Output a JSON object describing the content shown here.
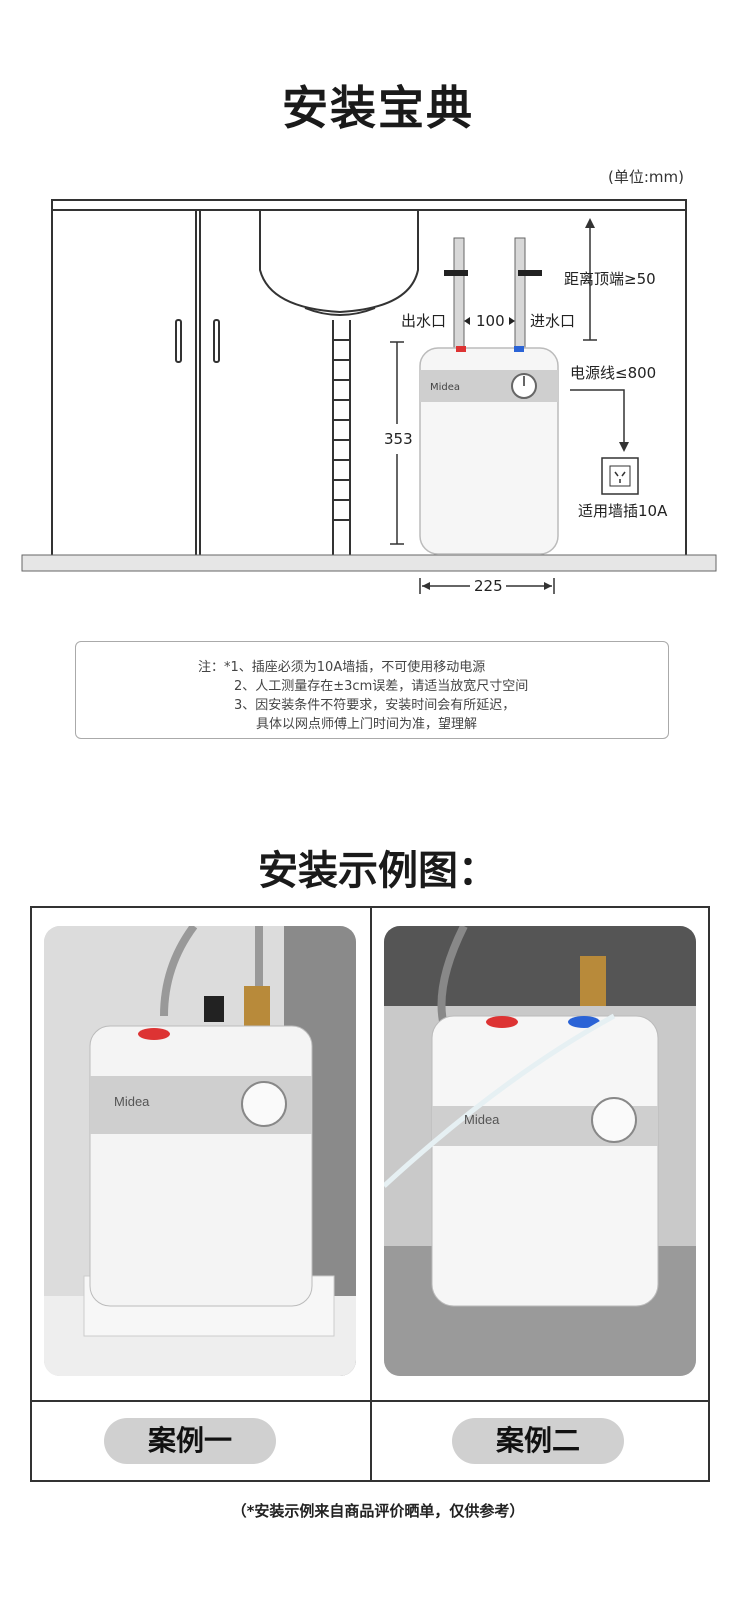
{
  "header": {
    "title": "安装宝典",
    "unit": "(单位:mm)"
  },
  "diagram": {
    "outlet_label": "出水口",
    "inlet_label": "进水口",
    "pipe_gap": "100",
    "top_distance": "距离顶端≥50",
    "power_cord": "电源线≤800",
    "height": "353",
    "width": "225",
    "socket_label": "适用墙插10A",
    "brand": "Midea"
  },
  "notes": [
    "注：*1、插座必须为10A墙插，不可使用移动电源",
    "2、人工测量存在±3cm误差，请适当放宽尺寸空间",
    "3、因安装条件不符要求，安装时间会有所延迟，",
    "具体以网点师傅上门时间为准，望理解"
  ],
  "examples": {
    "title": "安装示例图：",
    "case1": "案例一",
    "case2": "案例二",
    "disclaimer": "（*安装示例来自商品评价晒单，仅供参考）"
  }
}
